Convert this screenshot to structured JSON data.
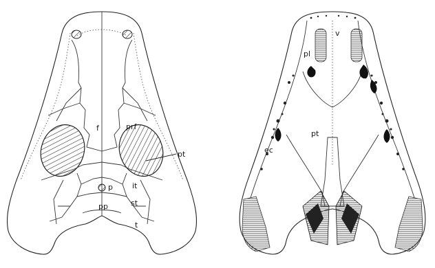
{
  "dorsal_view": {
    "labels": {
      "frontal": "f",
      "prefrontal": "prf",
      "postorbital": "pt",
      "parietal": "p",
      "intertemporal": "it",
      "postparietal": "pp",
      "supratemporal": "st",
      "tabular": "t"
    }
  },
  "palatal_view": {
    "labels": {
      "vomer": "v",
      "palatine": "pl",
      "pterygoid": "pt",
      "ectopterygoid": "ec"
    }
  }
}
